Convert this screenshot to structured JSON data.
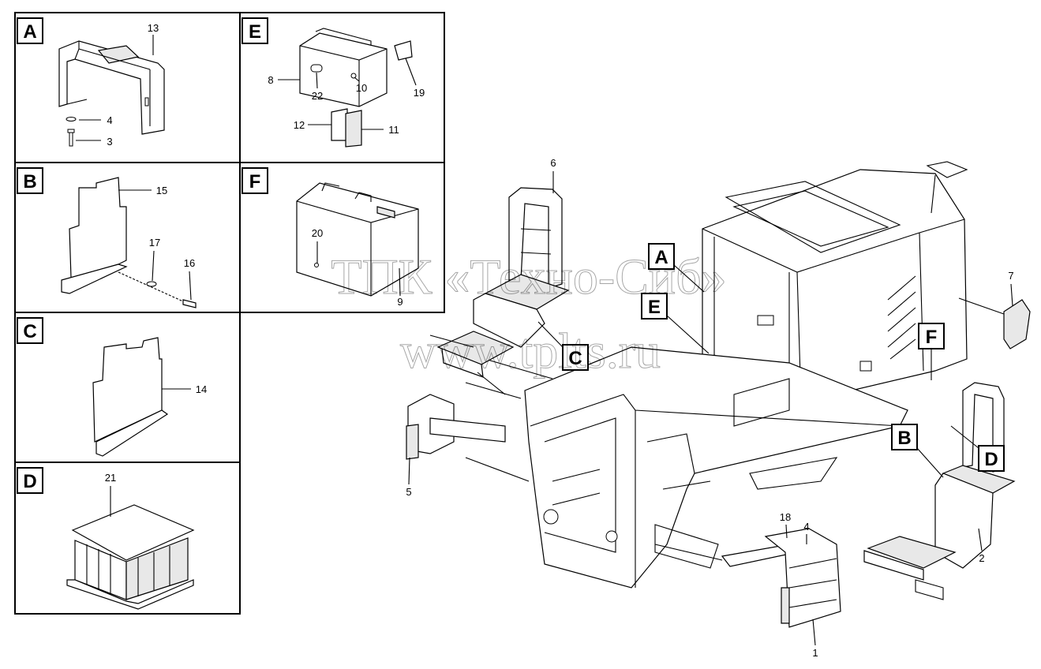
{
  "watermark": {
    "line1": "ТПК «Техно-Сиб»",
    "line2": "www.tplts.ru"
  },
  "panels": [
    {
      "id": "A",
      "callouts": [
        "13",
        "4",
        "3"
      ]
    },
    {
      "id": "E",
      "callouts": [
        "8",
        "22",
        "10",
        "19",
        "12",
        "11"
      ]
    },
    {
      "id": "B",
      "callouts": [
        "15",
        "17",
        "16"
      ]
    },
    {
      "id": "F",
      "callouts": [
        "20",
        "9"
      ]
    },
    {
      "id": "C",
      "callouts": [
        "14"
      ]
    },
    {
      "id": "D",
      "callouts": [
        "21"
      ]
    }
  ],
  "main_view": {
    "reference_letters": [
      "A",
      "E",
      "F",
      "C",
      "B",
      "D"
    ],
    "callouts": [
      "6",
      "7",
      "5",
      "1",
      "18",
      "4",
      "2"
    ]
  }
}
